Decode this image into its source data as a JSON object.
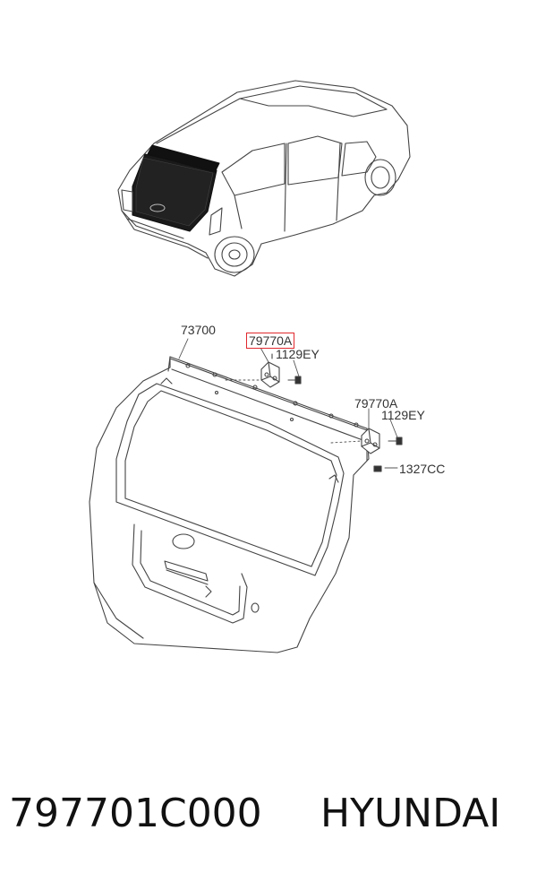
{
  "callouts": {
    "tailgate": "73700",
    "hinge_left": "79770A",
    "bolt_left": "1129EY",
    "hinge_right": "79770A",
    "bolt_right": "1129EY",
    "screw_right": "1327CC"
  },
  "highlight_color": "#e0282e",
  "footer": {
    "part_number": "797701C000",
    "brand": "HYUNDAI"
  }
}
